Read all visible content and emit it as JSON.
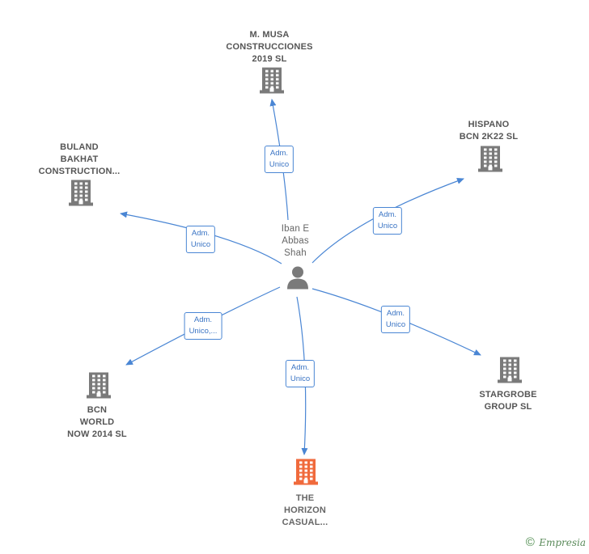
{
  "center": {
    "label": "Iban E\nAbbas\nShah"
  },
  "companies": [
    {
      "id": "musa",
      "label": "M.  MUSA\nCONSTRUCCIONES\n2019  SL",
      "highlight": false
    },
    {
      "id": "hispano",
      "label": "HISPANO\nBCN 2K22  SL",
      "highlight": false
    },
    {
      "id": "buland",
      "label": "BULAND\nBAKHAT\nCONSTRUCTION...",
      "highlight": false
    },
    {
      "id": "stargrobe",
      "label": "STARGROBE\nGROUP  SL",
      "highlight": false
    },
    {
      "id": "bcn",
      "label": "BCN\nWORLD\nNOW 2014  SL",
      "highlight": false
    },
    {
      "id": "horizon",
      "label": "THE\nHORIZON\nCASUAL...",
      "highlight": true
    }
  ],
  "edges": [
    {
      "to": "musa",
      "label": "Adm.\nUnico"
    },
    {
      "to": "hispano",
      "label": "Adm.\nUnico"
    },
    {
      "to": "buland",
      "label": "Adm.\nUnico"
    },
    {
      "to": "stargrobe",
      "label": "Adm.\nUnico"
    },
    {
      "to": "bcn",
      "label": "Adm.\nUnico,..."
    },
    {
      "to": "horizon",
      "label": "Adm.\nUnico"
    }
  ],
  "colors": {
    "edge": "#4a86d4",
    "building": "#7a7a7a",
    "building_highlight": "#f06a3c",
    "person": "#7a7a7a"
  },
  "footer": {
    "copyright": "©",
    "brand": "Empresia"
  }
}
